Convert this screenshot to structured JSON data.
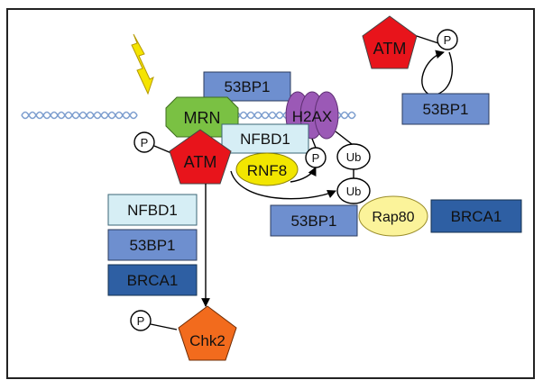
{
  "labels": {
    "atm_top": "ATM",
    "p_top": "P",
    "bp1_top_right": "53BP1",
    "bp1_top": "53BP1",
    "mrn": "MRN",
    "h2ax": "H2AX",
    "p_left": "P",
    "atm_main": "ATM",
    "nfbd1_center": "NFBD1",
    "rnf8": "RNF8",
    "p_h2ax": "P",
    "ub_top": "Ub",
    "ub_bottom": "Ub",
    "rap80": "Rap80",
    "bp1_bottom": "53BP1",
    "brca1_right": "BRCA1",
    "nfbd1_left": "NFBD1",
    "bp1_left": "53BP1",
    "brca1_left": "BRCA1",
    "p_chk2": "P",
    "chk2": "Chk2"
  },
  "colors": {
    "atm": "#e8141b",
    "mrn": "#7ac143",
    "h2ax": "#9b59b6",
    "rnf8": "#f2e600",
    "rap80": "#fbf39a",
    "bp1": "#6e8fcf",
    "nfbd1": "#d6eef5",
    "brca1": "#2e5fa3",
    "chk2": "#f26b1d",
    "lightning": "#f5e400",
    "dna": "#7f9fcf"
  }
}
